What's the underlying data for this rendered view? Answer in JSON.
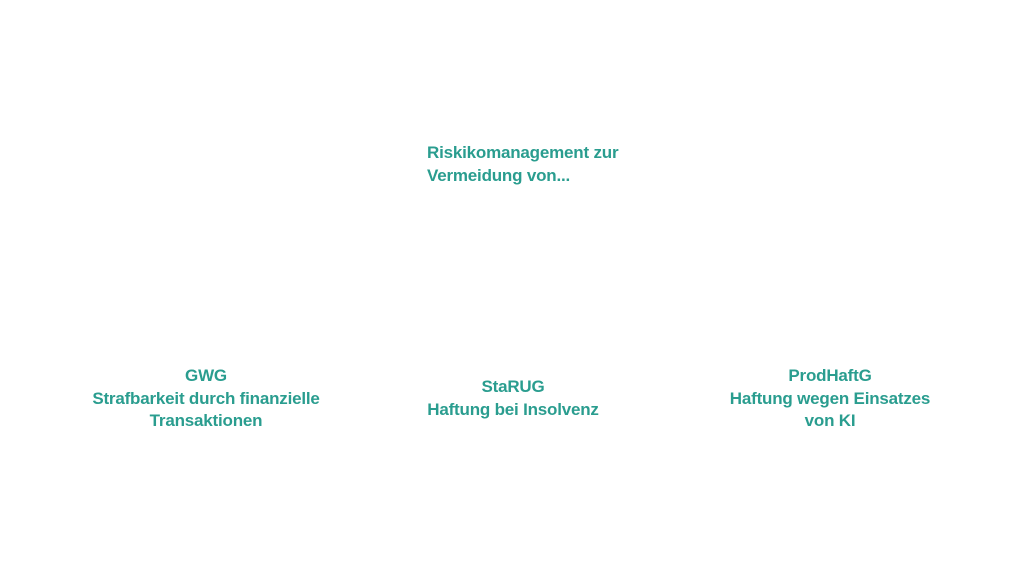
{
  "title": {
    "line1": "Riskikomanagement zur",
    "line2": "Vermeidung von..."
  },
  "items": [
    {
      "heading": "GWG",
      "lines": [
        "Strafbarkeit durch finanzielle",
        "Transaktionen"
      ]
    },
    {
      "heading": "StaRUG",
      "lines": [
        "Haftung bei Insolvenz"
      ]
    },
    {
      "heading": "ProdHaftG",
      "lines": [
        "Haftung wegen Einsatzes",
        "von KI"
      ]
    }
  ],
  "colors": {
    "text": "#2a9d8f",
    "background": "#ffffff"
  }
}
